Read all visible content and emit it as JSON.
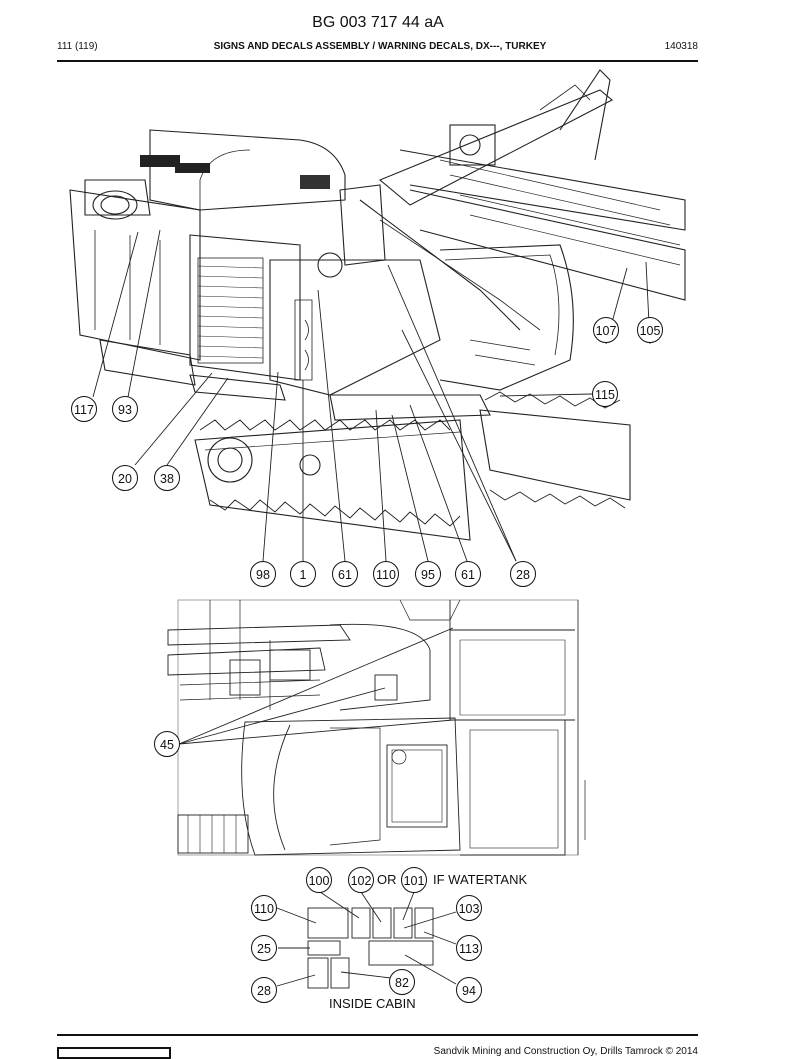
{
  "header": {
    "doc_code": "BG 003 717 44 aA",
    "page": "111 (119)",
    "title": "SIGNS AND DECALS ASSEMBLY / WARNING DECALS, DX---, TURKEY",
    "date": "140318"
  },
  "callouts_top": [
    "107",
    "105",
    "115",
    "117",
    "93",
    "20",
    "38",
    "98",
    "1",
    "61",
    "110",
    "95",
    "61",
    "28"
  ],
  "callouts_mid": [
    "45"
  ],
  "callouts_bottom": [
    "100",
    "102",
    "101",
    "110",
    "103",
    "25",
    "113",
    "82",
    "28",
    "94"
  ],
  "labels": {
    "or": "OR",
    "watertank": "IF WATERTANK",
    "inside_cabin": "INSIDE CABIN"
  },
  "footer": {
    "copyright": "Sandvik Mining and Construction Oy, Drills Tamrock © 2014"
  }
}
